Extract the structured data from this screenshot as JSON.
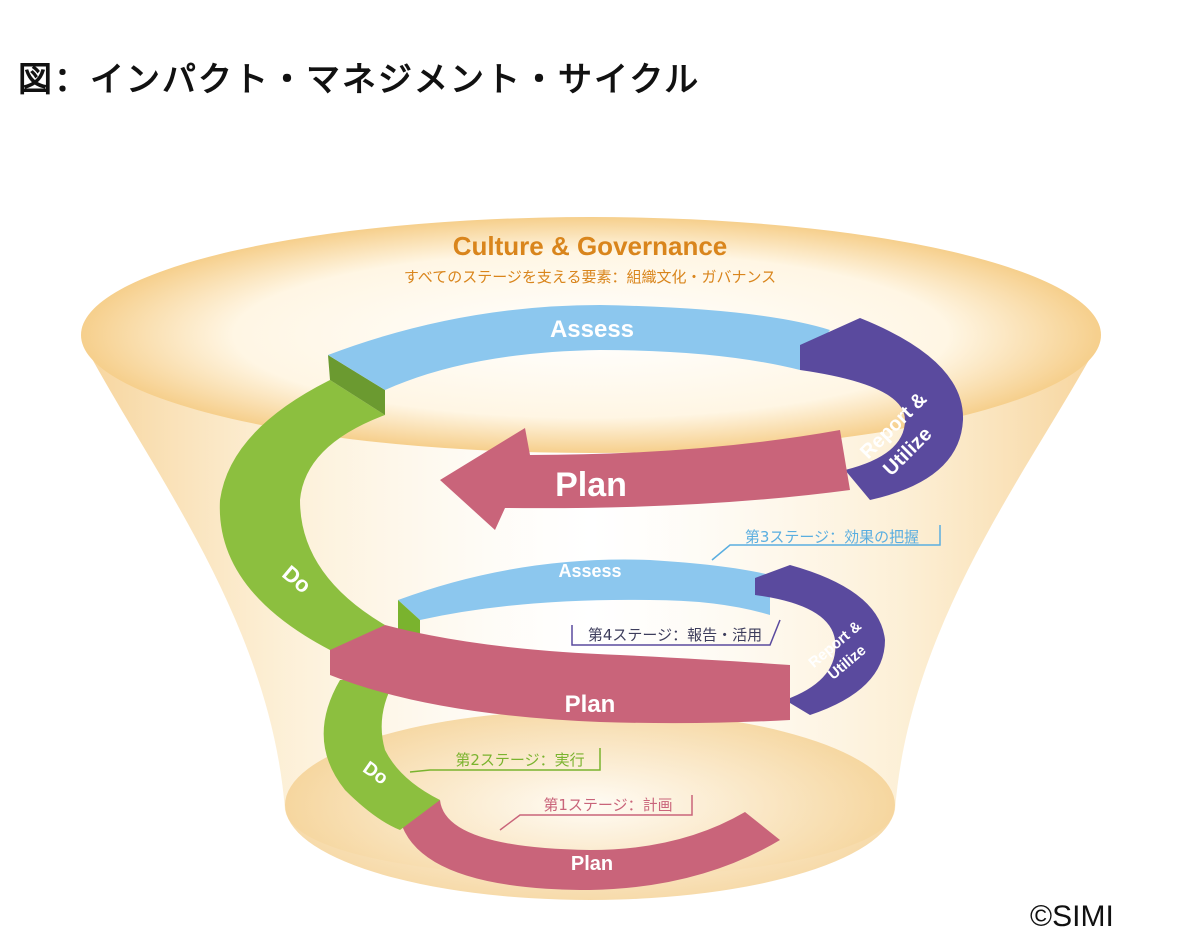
{
  "title": "図：インパクト・マネジメント・サイクル",
  "copyright": "©SIMI",
  "culture": {
    "heading": "Culture & Governance",
    "subheading": "すべてのステージを支える要素：組織文化・ガバナンス"
  },
  "stages": {
    "upper": {
      "assess": "Assess",
      "report_line1": "Report &",
      "report_line2": "Utilize",
      "plan": "Plan",
      "do": "Do"
    },
    "lower": {
      "assess": "Assess",
      "report_line1": "Report &",
      "report_line2": "Utilize",
      "plan": "Plan",
      "do": "Do",
      "plan_bottom": "Plan"
    }
  },
  "callouts": {
    "stage3": "第3ステージ：効果の把握",
    "stage4": "第4ステージ：報告・活用",
    "stage2": "第2ステージ：実行",
    "stage1": "第1ステージ：計画"
  },
  "colors": {
    "funnel": "#f7d08a",
    "culture_text": "#d9851c",
    "assess": "#8cc7ee",
    "report": "#5a4a9e",
    "plan": "#c9647a",
    "do": "#8cbf3f",
    "callout_stage3": "#5aaee0",
    "callout_stage4": "#5a4a9e",
    "callout_stage2": "#7ab32e",
    "callout_stage1": "#c9647a"
  }
}
